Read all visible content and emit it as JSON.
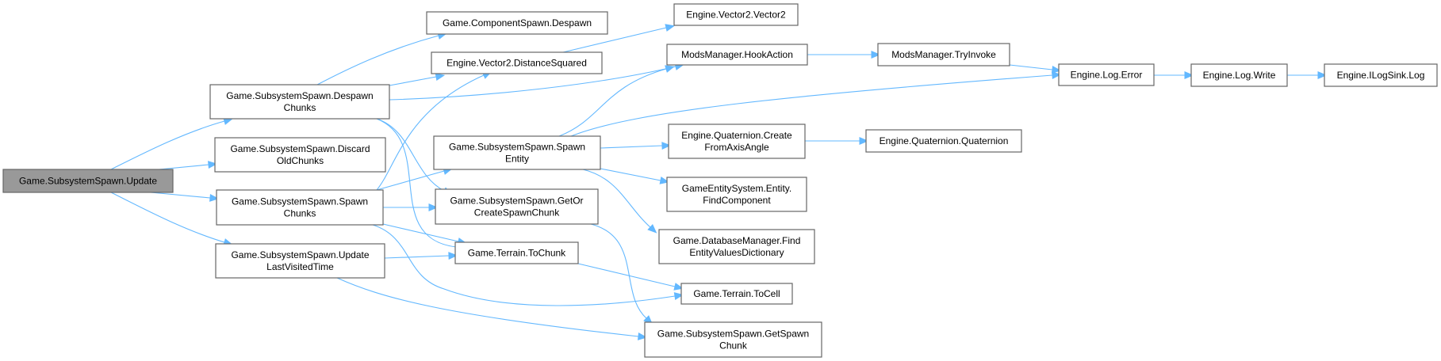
{
  "diagram": {
    "type": "call-graph",
    "root": "update",
    "nodes": [
      {
        "id": "update",
        "lines": [
          "Game.SubsystemSpawn.Update"
        ],
        "root": true
      },
      {
        "id": "despawnChunks",
        "lines": [
          "Game.SubsystemSpawn.Despawn",
          "Chunks"
        ]
      },
      {
        "id": "discardOld",
        "lines": [
          "Game.SubsystemSpawn.Discard",
          "OldChunks"
        ]
      },
      {
        "id": "spawnChunks",
        "lines": [
          "Game.SubsystemSpawn.Spawn",
          "Chunks"
        ]
      },
      {
        "id": "updateLastVisited",
        "lines": [
          "Game.SubsystemSpawn.Update",
          "LastVisitedTime"
        ]
      },
      {
        "id": "componentDespawn",
        "lines": [
          "Game.ComponentSpawn.Despawn"
        ]
      },
      {
        "id": "distanceSquared",
        "lines": [
          "Engine.Vector2.DistanceSquared"
        ]
      },
      {
        "id": "spawnEntity",
        "lines": [
          "Game.SubsystemSpawn.Spawn",
          "Entity"
        ]
      },
      {
        "id": "getOrCreate",
        "lines": [
          "Game.SubsystemSpawn.GetOr",
          "CreateSpawnChunk"
        ]
      },
      {
        "id": "toChunk",
        "lines": [
          "Game.Terrain.ToChunk"
        ]
      },
      {
        "id": "vector2ctor",
        "lines": [
          "Engine.Vector2.Vector2"
        ]
      },
      {
        "id": "hookAction",
        "lines": [
          "ModsManager.HookAction"
        ]
      },
      {
        "id": "createFromAxis",
        "lines": [
          "Engine.Quaternion.Create",
          "FromAxisAngle"
        ]
      },
      {
        "id": "findComponent",
        "lines": [
          "GameEntitySystem.Entity.",
          "FindComponent"
        ]
      },
      {
        "id": "findEntityValues",
        "lines": [
          "Game.DatabaseManager.Find",
          "EntityValuesDictionary"
        ]
      },
      {
        "id": "toCell",
        "lines": [
          "Game.Terrain.ToCell"
        ]
      },
      {
        "id": "getSpawnChunk",
        "lines": [
          "Game.SubsystemSpawn.GetSpawn",
          "Chunk"
        ]
      },
      {
        "id": "tryInvoke",
        "lines": [
          "ModsManager.TryInvoke"
        ]
      },
      {
        "id": "quaternionCtor",
        "lines": [
          "Engine.Quaternion.Quaternion"
        ]
      },
      {
        "id": "logError",
        "lines": [
          "Engine.Log.Error"
        ]
      },
      {
        "id": "logWrite",
        "lines": [
          "Engine.Log.Write"
        ]
      },
      {
        "id": "logSink",
        "lines": [
          "Engine.ILogSink.Log"
        ]
      }
    ],
    "edges": [
      {
        "from": "update",
        "to": "despawnChunks"
      },
      {
        "from": "update",
        "to": "discardOld"
      },
      {
        "from": "update",
        "to": "spawnChunks"
      },
      {
        "from": "update",
        "to": "updateLastVisited"
      },
      {
        "from": "despawnChunks",
        "to": "componentDespawn"
      },
      {
        "from": "despawnChunks",
        "to": "distanceSquared"
      },
      {
        "from": "despawnChunks",
        "to": "hookAction"
      },
      {
        "from": "despawnChunks",
        "to": "getOrCreate"
      },
      {
        "from": "despawnChunks",
        "to": "toChunk"
      },
      {
        "from": "spawnChunks",
        "to": "distanceSquared"
      },
      {
        "from": "spawnChunks",
        "to": "spawnEntity"
      },
      {
        "from": "spawnChunks",
        "to": "getOrCreate"
      },
      {
        "from": "spawnChunks",
        "to": "toChunk"
      },
      {
        "from": "spawnChunks",
        "to": "toCell"
      },
      {
        "from": "updateLastVisited",
        "to": "toChunk"
      },
      {
        "from": "updateLastVisited",
        "to": "getSpawnChunk"
      },
      {
        "from": "distanceSquared",
        "to": "vector2ctor"
      },
      {
        "from": "spawnEntity",
        "to": "hookAction"
      },
      {
        "from": "spawnEntity",
        "to": "logError"
      },
      {
        "from": "spawnEntity",
        "to": "createFromAxis"
      },
      {
        "from": "spawnEntity",
        "to": "findComponent"
      },
      {
        "from": "spawnEntity",
        "to": "findEntityValues"
      },
      {
        "from": "getOrCreate",
        "to": "getSpawnChunk"
      },
      {
        "from": "toChunk",
        "to": "toCell"
      },
      {
        "from": "hookAction",
        "to": "tryInvoke"
      },
      {
        "from": "tryInvoke",
        "to": "logError"
      },
      {
        "from": "createFromAxis",
        "to": "quaternionCtor"
      },
      {
        "from": "logError",
        "to": "logWrite"
      },
      {
        "from": "logWrite",
        "to": "logSink"
      }
    ],
    "colors": {
      "edge": "#63b8ff",
      "node_border": "#666666",
      "node_fill": "#ffffff",
      "root_fill": "#999999"
    }
  }
}
